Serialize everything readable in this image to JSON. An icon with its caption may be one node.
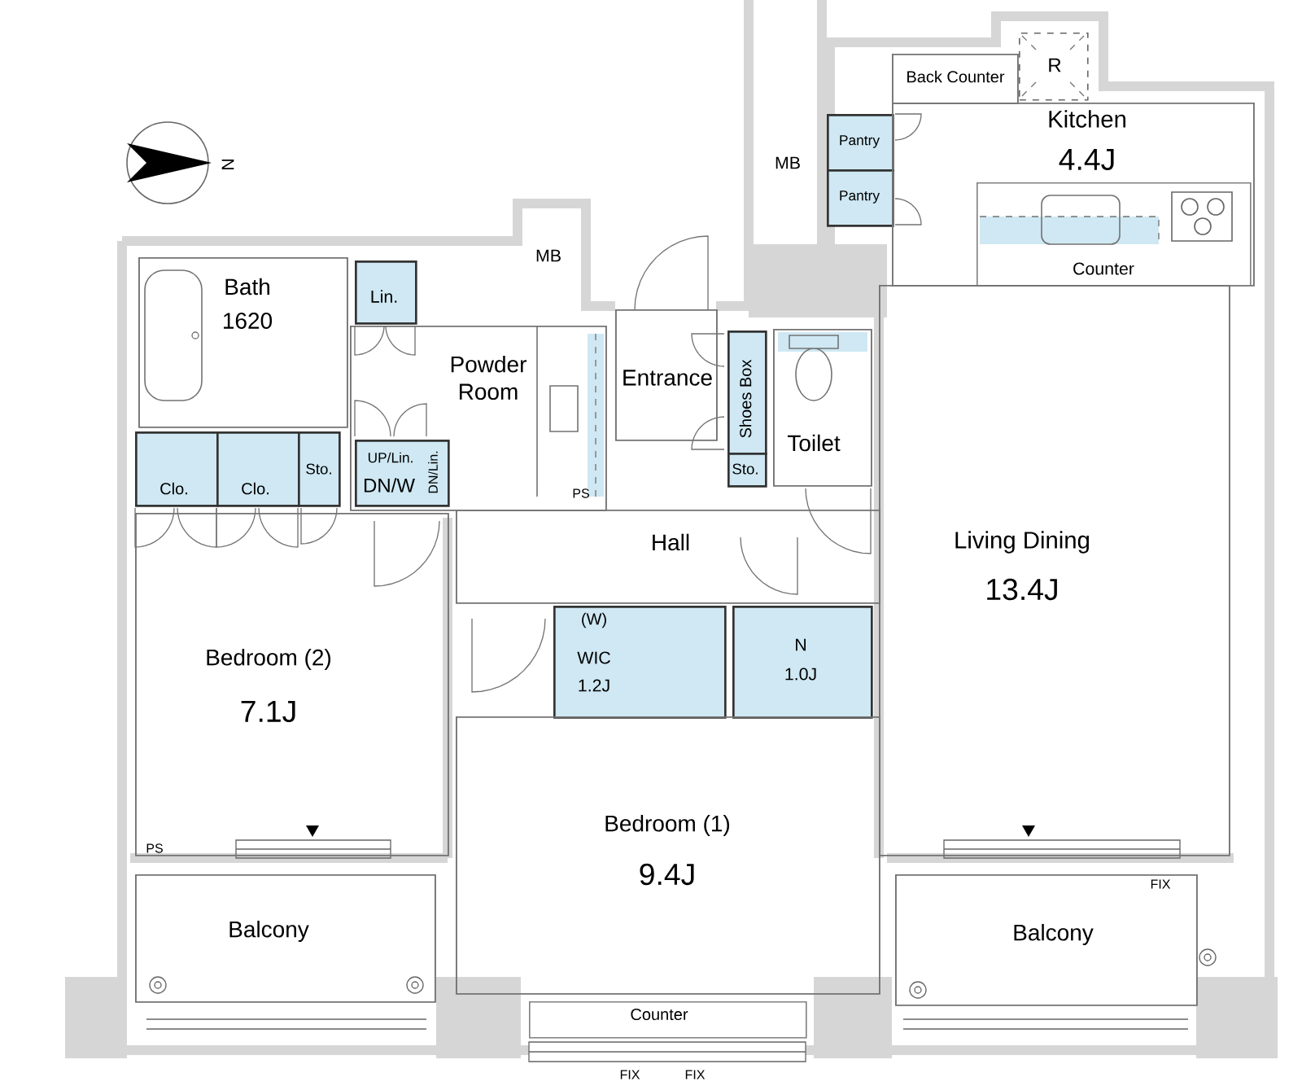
{
  "diagram": {
    "nodes": [
      {
        "text": [
          "Bath",
          "1620"
        ]
      },
      {
        "text": [
          "Lin."
        ]
      },
      {
        "text": [
          "Powder Room"
        ]
      },
      {
        "text": [
          "UP/Lin.",
          "DN/W",
          "DN/Lin."
        ],
        "in": 2
      },
      {
        "text": [
          "Clo."
        ]
      },
      {
        "text": [
          "Clo."
        ]
      },
      {
        "text": [
          "Sto."
        ]
      },
      {
        "text": [
          "Entrance"
        ]
      },
      {
        "text": [
          "Shoes Box"
        ]
      },
      {
        "text": [
          "Sto."
        ]
      },
      {
        "text": [
          "Toilet"
        ]
      },
      {
        "text": [
          "Pantry"
        ]
      },
      {
        "text": [
          "Pantry"
        ]
      },
      {
        "text": [
          "Back Counter"
        ]
      },
      {
        "text": [
          "R"
        ]
      },
      {
        "text": [
          "Kitchen",
          "4.4J"
        ]
      },
      {
        "text": [
          "Counter"
        ],
        "in": 15
      },
      {
        "text": [
          "Hall"
        ]
      },
      {
        "text": [
          "Living Dining",
          "13.4J"
        ]
      },
      {
        "text": [
          "(W)",
          "WIC",
          "1.2J"
        ]
      },
      {
        "text": [
          "N",
          "1.0J"
        ]
      },
      {
        "text": [
          "Bedroom (2)",
          "7.1J"
        ]
      },
      {
        "text": [
          "Bedroom (1)",
          "9.4J"
        ]
      },
      {
        "text": [
          "Balcony"
        ]
      },
      {
        "text": [
          "Balcony"
        ]
      },
      {
        "text": [
          "Counter"
        ]
      }
    ],
    "labels": [
      "N",
      "MB",
      "MB",
      "PS",
      "PS",
      "FIX",
      "FIX",
      "FIX"
    ]
  }
}
